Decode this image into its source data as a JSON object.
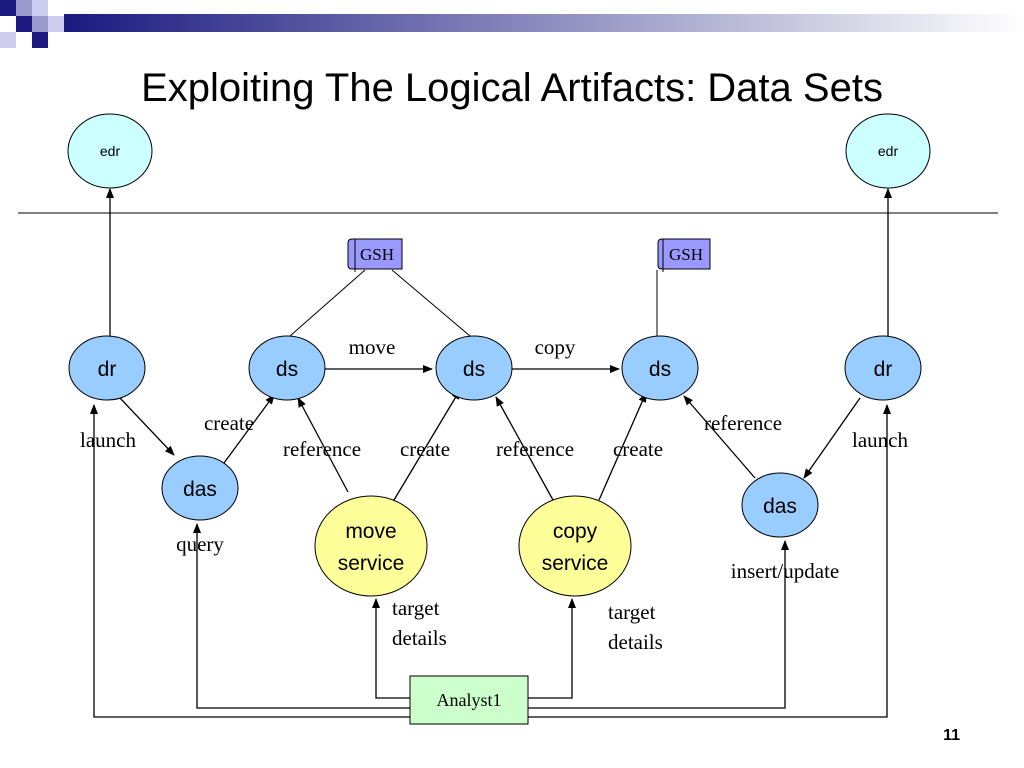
{
  "slide": {
    "title": "Exploiting The Logical Artifacts: Data Sets",
    "page_number": "11"
  },
  "diagram": {
    "nodes": {
      "edr_left": "edr",
      "edr_right": "edr",
      "dr_left": "dr",
      "ds_1": "ds",
      "ds_2": "ds",
      "ds_3": "ds",
      "dr_right": "dr",
      "das_left": "das",
      "das_right": "das",
      "move_service_line1": "move",
      "move_service_line2": "service",
      "copy_service_line1": "copy",
      "copy_service_line2": "service",
      "gsh_left": "GSH",
      "gsh_right": "GSH",
      "analyst": "Analyst1"
    },
    "edge_labels": {
      "move": "move",
      "copy": "copy",
      "create_left": "create",
      "launch_left": "launch",
      "reference_1": "reference",
      "create_2": "create",
      "reference_2": "reference",
      "create_3": "create",
      "reference_3": "reference",
      "launch_right": "launch",
      "query": "query",
      "insert_update": "insert/update",
      "target_move_1": "target",
      "target_move_2": "details",
      "target_copy_1": "target",
      "target_copy_2": "details"
    }
  },
  "colors": {
    "edr_fill": "#ccffff",
    "dr_fill": "#99ccff",
    "service_fill": "#ffff99",
    "gsh_fill": "#9999ff",
    "analyst_fill": "#ccffcc",
    "corner_dark": "#1a1a80",
    "corner_light": "#9999cc"
  }
}
